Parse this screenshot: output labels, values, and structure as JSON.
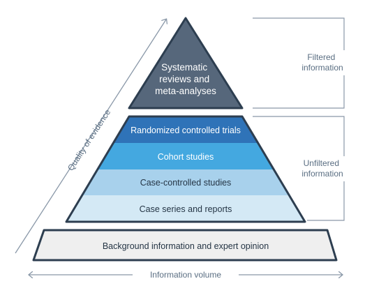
{
  "pyramid": {
    "top_label": [
      "Systematic",
      "reviews and",
      "meta-analyses"
    ],
    "levels": [
      "Randomized controlled trials",
      "Cohort studies",
      "Case-controlled studies",
      "Case series and reports"
    ],
    "base_label": "Background information and expert opinion"
  },
  "brackets": {
    "filtered": [
      "Filtered",
      "information"
    ],
    "unfiltered": [
      "Unfiltered",
      "information"
    ]
  },
  "axes": {
    "quality": "Quality of evidence",
    "volume": "Information volume"
  },
  "colors": {
    "outline": "#2d3e50",
    "top_fill": "#56677b",
    "level_1": "#2f73b8",
    "level_2": "#44a8e0",
    "level_3": "#a8d1ec",
    "level_4": "#d4e9f5",
    "base_fill": "#efefef",
    "axis_gray": "#8a98a8",
    "label_gray": "#5a6e82"
  }
}
